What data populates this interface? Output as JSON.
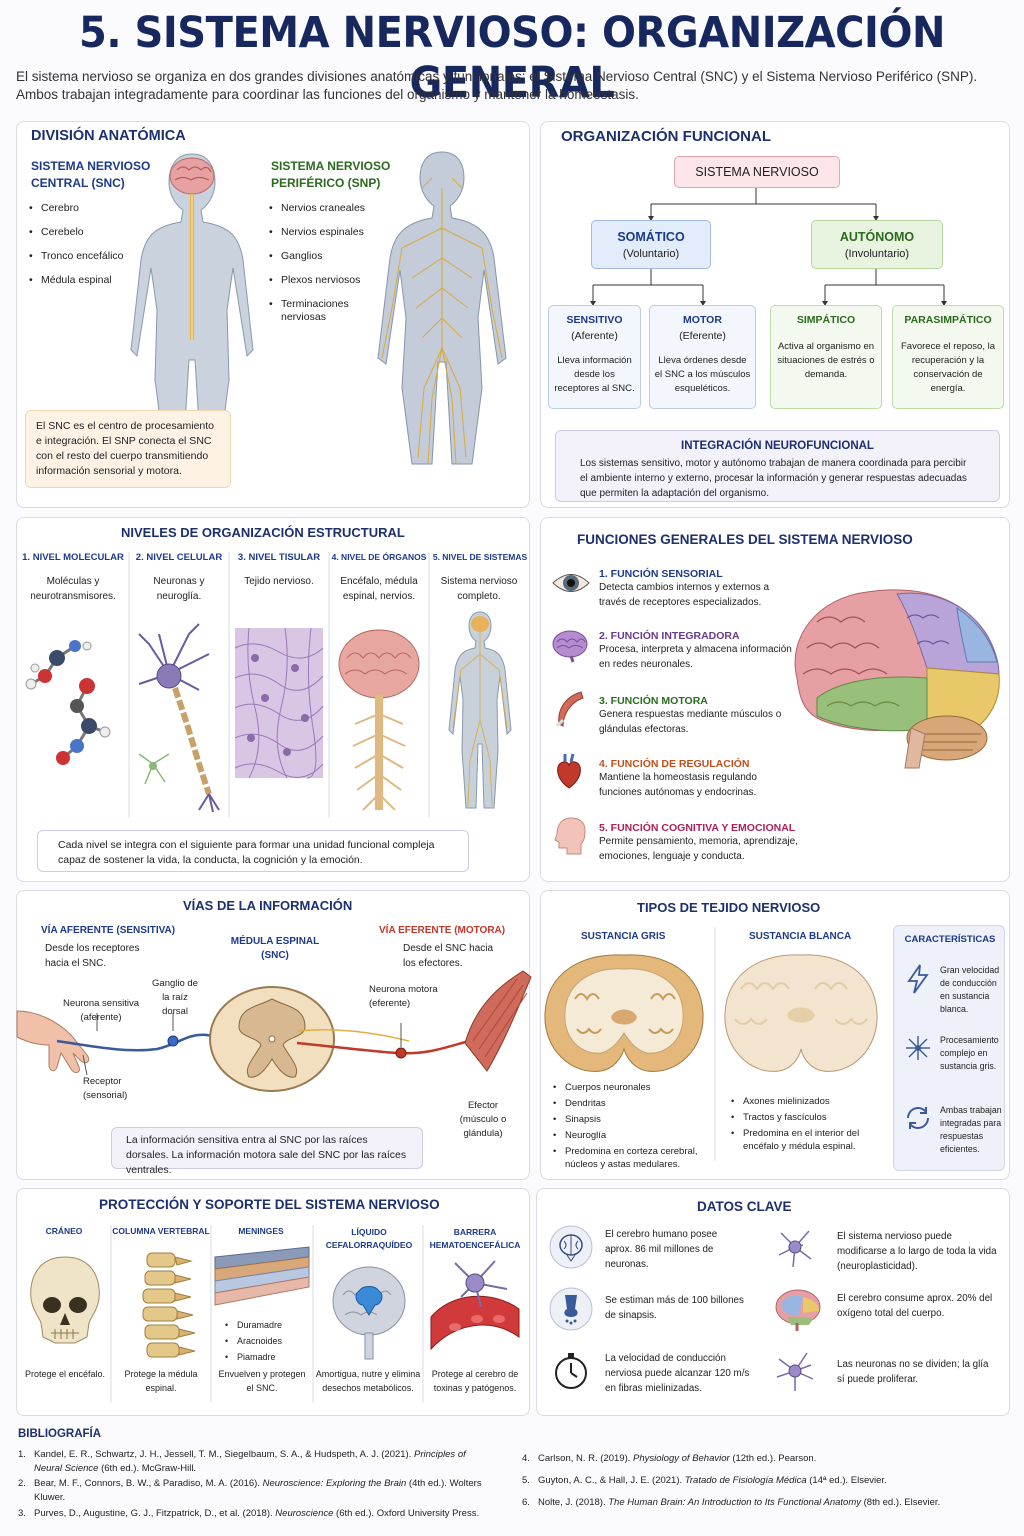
{
  "title": "5. SISTEMA NERVIOSO: ORGANIZACIÓN GENERAL",
  "intro": "El sistema nervioso se organiza en dos grandes divisiones anatómicas y funcionales: el Sistema Nervioso Central (SNC) y el Sistema Nervioso Periférico (SNP). Ambos trabajan integradamente para coordinar las funciones del organismo y mantener la homeostasis.",
  "anatomica": {
    "title": "DIVISIÓN ANATÓMICA",
    "snc_title": "SISTEMA NERVIOSO CENTRAL (SNC)",
    "snc_items": [
      "Cerebro",
      "Cerebelo",
      "Tronco encefálico",
      "Médula espinal"
    ],
    "snp_title": "SISTEMA NERVIOSO PERIFÉRICO (SNP)",
    "snp_items": [
      "Nervios craneales",
      "Nervios espinales",
      "Ganglios",
      "Plexos nerviosos",
      "Terminaciones nerviosas"
    ],
    "note": "El SNC es el centro de procesamiento e integración. El SNP conecta el SNC con el resto del cuerpo transmitiendo información sensorial y motora."
  },
  "funcional": {
    "title": "ORGANIZACIÓN FUNCIONAL",
    "root": "SISTEMA NERVIOSO",
    "somatico": "SOMÁTICO",
    "somatico_sub": "(Voluntario)",
    "autonomo": "AUTÓNOMO",
    "autonomo_sub": "(Involuntario)",
    "leaves": [
      {
        "name": "SENSITIVO",
        "sub": "(Aferente)",
        "desc": "Lleva información desde los receptores al SNC."
      },
      {
        "name": "MOTOR",
        "sub": "(Eferente)",
        "desc": "Lleva órdenes desde el SNC a los músculos esqueléticos."
      },
      {
        "name": "SIMPÁTICO",
        "sub": "",
        "desc": "Activa al organismo en situaciones de estrés o demanda."
      },
      {
        "name": "PARASIMPÁTICO",
        "sub": "",
        "desc": "Favorece el reposo, la recuperación y la conservación de energía."
      }
    ],
    "integracion_title": "INTEGRACIÓN NEUROFUNCIONAL",
    "integracion_text": "Los sistemas sensitivo, motor y autónomo trabajan de manera coordinada para percibir el ambiente interno y externo, procesar la información y generar respuestas adecuadas que permiten la adaptación del organismo."
  },
  "niveles": {
    "title": "NIVELES DE ORGANIZACIÓN ESTRUCTURAL",
    "items": [
      {
        "name": "1. NIVEL MOLECULAR",
        "desc": "Moléculas y neurotransmisores."
      },
      {
        "name": "2. NIVEL CELULAR",
        "desc": "Neuronas y neuroglía."
      },
      {
        "name": "3. NIVEL TISULAR",
        "desc": "Tejido nervioso."
      },
      {
        "name": "4. NIVEL DE ÓRGANOS",
        "desc": "Encéfalo, médula espinal, nervios."
      },
      {
        "name": "5. NIVEL DE SISTEMAS",
        "desc": "Sistema nervioso completo."
      }
    ],
    "note": "Cada nivel se integra con el siguiente para formar una unidad funcional compleja capaz de sostener la vida, la conducta, la cognición y la emoción."
  },
  "funciones": {
    "title": "FUNCIONES GENERALES DEL SISTEMA NERVIOSO",
    "items": [
      {
        "name": "1. FUNCIÓN SENSORIAL",
        "desc": "Detecta cambios internos y externos a través de receptores especializados.",
        "color": "#1d3a8a",
        "icon": "eye-icon"
      },
      {
        "name": "2. FUNCIÓN INTEGRADORA",
        "desc": "Procesa, interpreta y almacena información en redes neuronales.",
        "color": "#6a3a8a",
        "icon": "brain-icon"
      },
      {
        "name": "3. FUNCIÓN MOTORA",
        "desc": "Genera respuestas mediante músculos o glándulas efectoras.",
        "color": "#2b6a1f",
        "icon": "muscle-icon"
      },
      {
        "name": "4. FUNCIÓN DE REGULACIÓN",
        "desc": "Mantiene la homeostasis regulando funciones autónomas y endocrinas.",
        "color": "#c0501b",
        "icon": "heart-icon"
      },
      {
        "name": "5. FUNCIÓN COGNITIVA Y EMOCIONAL",
        "desc": "Permite pensamiento, memoria, aprendizaje, emociones, lenguaje y conducta.",
        "color": "#b0205a",
        "icon": "head-icon"
      }
    ]
  },
  "vias": {
    "title": "VÍAS DE LA INFORMACIÓN",
    "aferente_title": "VÍA AFERENTE (SENSITIVA)",
    "aferente_desc": "Desde los receptores hacia el SNC.",
    "medula_title": "MÉDULA ESPINAL (SNC)",
    "eferente_title": "VÍA EFERENTE (MOTORA)",
    "eferente_desc": "Desde el SNC hacia los efectores.",
    "ganglio": "Ganglio de la raíz dorsal",
    "neurona_sensitiva": "Neurona sensitiva (aferente)",
    "neurona_motora": "Neurona motora (eferente)",
    "receptor": "Receptor (sensorial)",
    "efector": "Efector (músculo o glándula)",
    "note": "La información sensitiva entra al SNC por las raíces dorsales. La información motora sale del SNC por las raíces ventrales."
  },
  "tejido": {
    "title": "TIPOS DE TEJIDO NERVIOSO",
    "gris_title": "SUSTANCIA GRIS",
    "gris_items": [
      "Cuerpos neuronales",
      "Dendritas",
      "Sinapsis",
      "Neuroglía",
      "Predomina en corteza cerebral, núcleos y astas medulares."
    ],
    "blanca_title": "SUSTANCIA BLANCA",
    "blanca_items": [
      "Axones mielinizados",
      "Tractos y fascículos",
      "Predomina en el interior del encéfalo y médula espinal."
    ],
    "car_title": "CARACTERÍSTICAS",
    "car_items": [
      "Gran velocidad de conducción en sustancia blanca.",
      "Procesamiento complejo en sustancia gris.",
      "Ambas trabajan integradas para respuestas eficientes."
    ]
  },
  "proteccion": {
    "title": "PROTECCIÓN Y SOPORTE DEL SISTEMA NERVIOSO",
    "items": [
      {
        "name": "CRÁNEO",
        "desc": "Protege el encéfalo."
      },
      {
        "name": "COLUMNA VERTEBRAL",
        "desc": "Protege la médula espinal."
      },
      {
        "name": "MENINGES",
        "desc": "Envuelven y protegen el SNC."
      },
      {
        "name": "LÍQUIDO CEFALORRAQUÍDEO",
        "desc": "Amortigua, nutre y elimina desechos metabólicos."
      },
      {
        "name": "BARRERA HEMATOENCEFÁLICA",
        "desc": "Protege al cerebro de toxinas y patógenos."
      }
    ],
    "meninges_list": [
      "Duramadre",
      "Aracnoides",
      "Piamadre"
    ]
  },
  "datos": {
    "title": "DATOS CLAVE",
    "items": [
      "El cerebro humano posee aprox. 86 mil millones de neuronas.",
      "Se estiman más de 100 billones de sinapsis.",
      "La velocidad de conducción nerviosa puede alcanzar 120 m/s en fibras mielinizadas.",
      "El sistema nervioso puede modificarse a lo largo de toda la vida (neuroplasticidad).",
      "El cerebro consume aprox. 20% del oxígeno total del cuerpo.",
      "Las neuronas no se dividen; la glía sí puede proliferar."
    ]
  },
  "bibliografia": {
    "title": "BIBLIOGRAFÍA",
    "refs": [
      {
        "n": "1.",
        "pre": "Kandel, E. R., Schwartz, J. H., Jessell, T. M., Siegelbaum, S. A., & Hudspeth, A. J. (2021).",
        "it": "Principles of Neural Science",
        "post": "(6th ed.). McGraw-Hill."
      },
      {
        "n": "2.",
        "pre": "Bear, M. F., Connors, B. W., & Paradiso, M. A. (2016).",
        "it": "Neuroscience: Exploring the Brain",
        "post": "(4th ed.). Wolters Kluwer."
      },
      {
        "n": "3.",
        "pre": "Purves, D., Augustine, G. J., Fitzpatrick, D., et al. (2018).",
        "it": "Neuroscience",
        "post": "(6th ed.). Oxford University Press."
      },
      {
        "n": "4.",
        "pre": "Carlson, N. R. (2019).",
        "it": "Physiology of Behavior",
        "post": "(12th ed.). Pearson."
      },
      {
        "n": "5.",
        "pre": "Guyton, A. C., & Hall, J. E. (2021).",
        "it": "Tratado de Fisiología Médica",
        "post": "(14ª ed.). Elsevier."
      },
      {
        "n": "6.",
        "pre": "Nolte, J. (2018).",
        "it": "The Human Brain: An Introduction to Its Functional Anatomy",
        "post": "(8th ed.). Elsevier."
      }
    ]
  }
}
